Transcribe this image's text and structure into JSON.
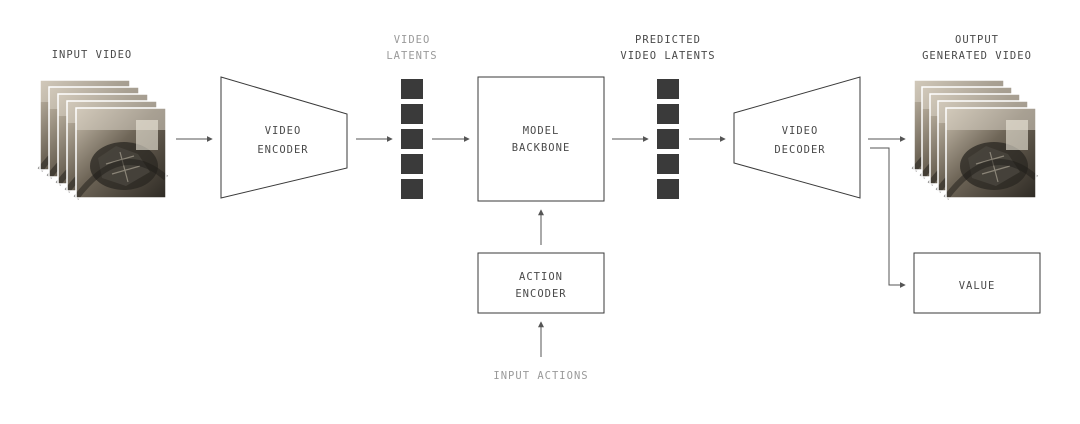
{
  "labels": {
    "input_video": "INPUT VIDEO",
    "video_latents": [
      "VIDEO",
      "LATENTS"
    ],
    "predicted_video_latents": [
      "PREDICTED",
      "VIDEO LATENTS"
    ],
    "output": [
      "OUTPUT",
      "GENERATED VIDEO"
    ],
    "input_actions": "INPUT ACTIONS"
  },
  "blocks": {
    "video_encoder": [
      "VIDEO",
      "ENCODER"
    ],
    "model_backbone": [
      "MODEL",
      "BACKBONE"
    ],
    "action_encoder": [
      "ACTION",
      "ENCODER"
    ],
    "video_decoder": [
      "VIDEO",
      "DECODER"
    ],
    "value": "VALUE"
  },
  "colors": {
    "stroke": "#3a3a3a",
    "latent": "#3a3a3a",
    "text": "#4a4a4a",
    "muted_text": "#9a9a9a"
  }
}
